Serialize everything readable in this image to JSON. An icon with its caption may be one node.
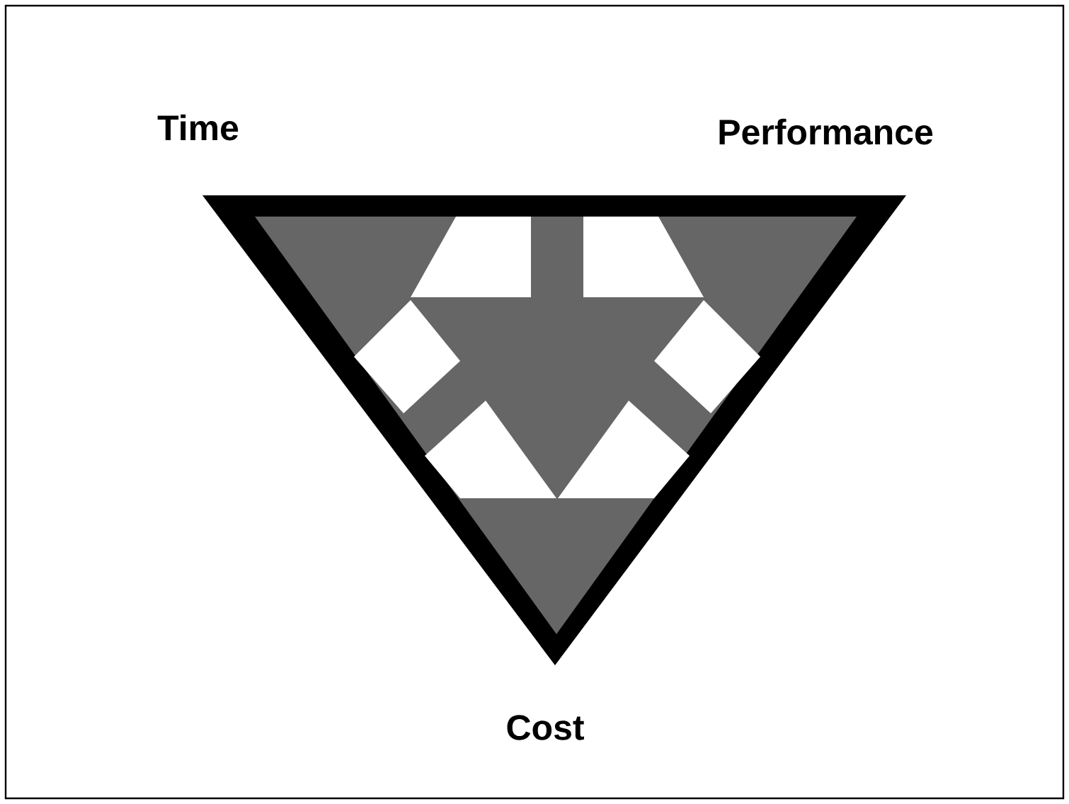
{
  "diagram": {
    "labels": [
      "Time",
      "Performance",
      "Cost"
    ]
  }
}
